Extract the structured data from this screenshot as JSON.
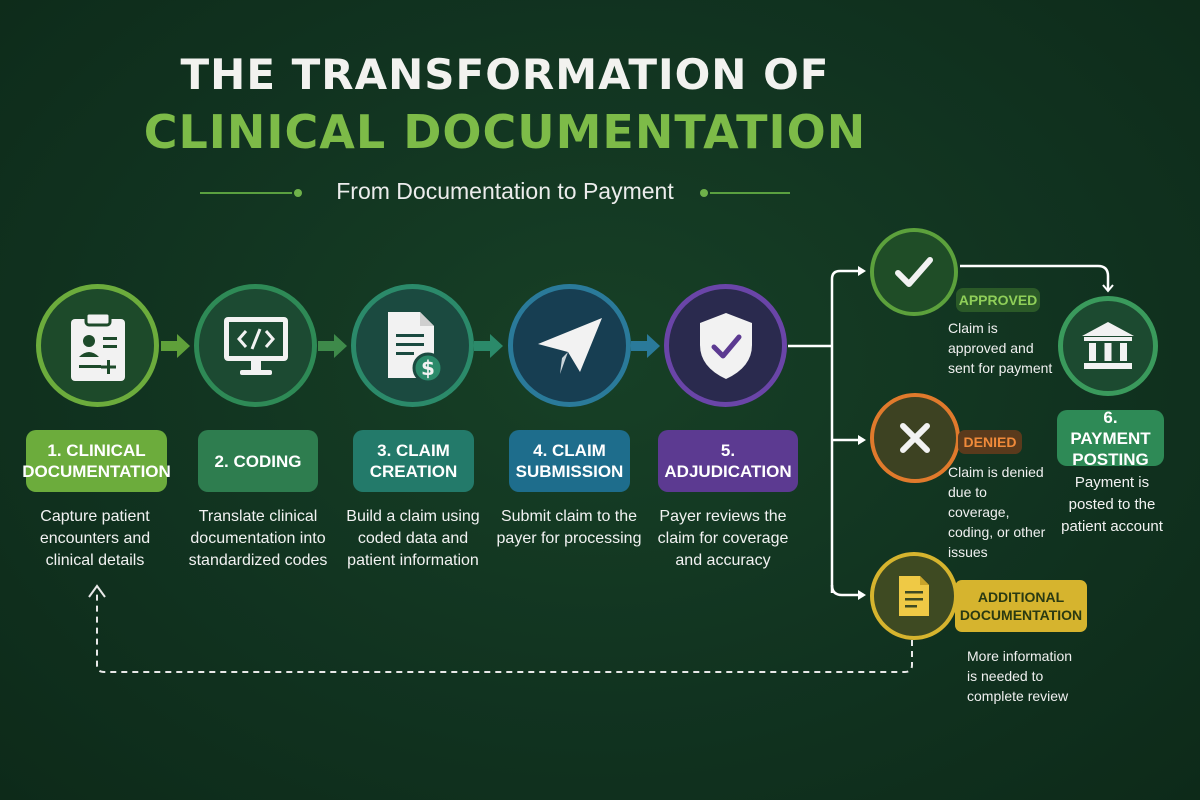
{
  "header": {
    "title_line1": "THE TRANSFORMATION OF",
    "title_line2": "CLINICAL DOCUMENTATION",
    "subtitle": "From Documentation to Payment"
  },
  "steps": [
    {
      "label": "1. CLINICAL DOCUMENTATION",
      "description": "Capture patient encounters and clinical details",
      "icon": "clipboard-icon",
      "color": "#6cac3c"
    },
    {
      "label": "2. CODING",
      "description": "Translate clinical documentation into standardized codes",
      "icon": "code-monitor-icon",
      "color": "#2e7d4f"
    },
    {
      "label": "3. CLAIM CREATION",
      "description": "Build a claim using coded data and patient information",
      "icon": "document-dollar-icon",
      "color": "#237a6a"
    },
    {
      "label": "4. CLAIM SUBMISSION",
      "description": "Submit claim to the payer for processing",
      "icon": "paper-plane-icon",
      "color": "#1e6d8c"
    },
    {
      "label": "5. ADJUDICATION",
      "description": "Payer reviews the claim for coverage and accuracy",
      "icon": "shield-check-icon",
      "color": "#5c3a91"
    }
  ],
  "outcomes": [
    {
      "tag": "APPROVED",
      "description": "Claim is approved and sent for payment",
      "icon": "check-icon",
      "color": "#5ca13c"
    },
    {
      "tag": "DENIED",
      "description": "Claim is denied due to coverage, coding, or other issues",
      "icon": "x-icon",
      "color": "#e07a2c"
    },
    {
      "tag": "ADDITIONAL DOCUMENTATION",
      "description": "More information is needed to complete review",
      "icon": "document-icon",
      "color": "#d6b42e"
    }
  ],
  "final_step": {
    "label": "6. PAYMENT POSTING",
    "description": "Payment is posted to the patient account",
    "icon": "bank-icon",
    "color": "#2e8a56"
  }
}
